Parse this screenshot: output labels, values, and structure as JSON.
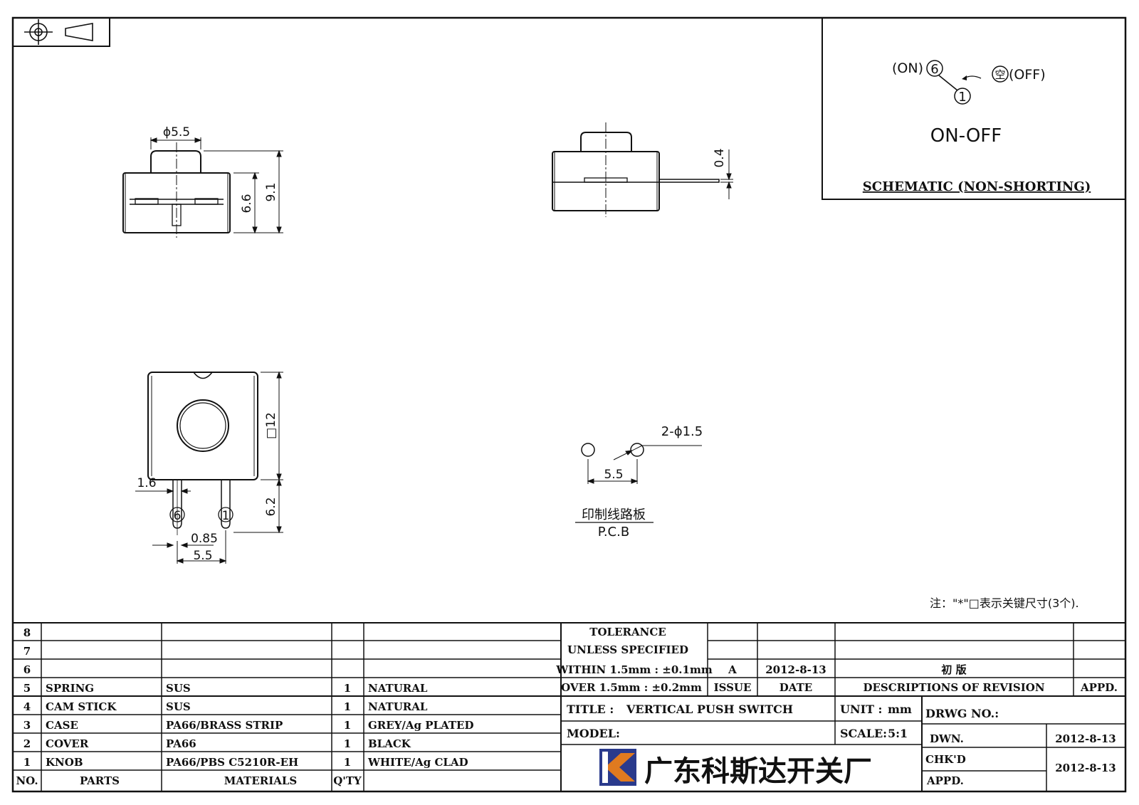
{
  "schematic": {
    "label_on": "(ON)",
    "terminal_on": "6",
    "terminal_common": "1",
    "label_off_char": "空",
    "label_off": "(OFF)",
    "function": "ON-OFF",
    "caption": "SCHEMATIC (NON-SHORTING)"
  },
  "dimensions": {
    "knob_dia": "ϕ5.5",
    "body_height": "6.6",
    "total_height": "9.1",
    "terminal_thickness": "0.4",
    "body_size": "□12",
    "pin_height": "6.2",
    "pin_width": "1.6",
    "pin_thickness": "0.85",
    "pin_pitch": "5.5",
    "pin_label_left": "6",
    "pin_label_right": "1",
    "pcb_holes": "2-ϕ1.5",
    "pcb_pitch": "5.5",
    "pcb_label_cn": "印制线路板",
    "pcb_label_en": "P.C.B"
  },
  "note": "注：\"*\"□表示关键尺寸(3个).",
  "bom": {
    "rows": [
      {
        "no": "8",
        "part": "",
        "material": "",
        "qty": "",
        "finish": ""
      },
      {
        "no": "7",
        "part": "",
        "material": "",
        "qty": "",
        "finish": ""
      },
      {
        "no": "6",
        "part": "",
        "material": "",
        "qty": "",
        "finish": ""
      },
      {
        "no": "5",
        "part": "SPRING",
        "material": "SUS",
        "qty": "1",
        "finish": "NATURAL"
      },
      {
        "no": "4",
        "part": "CAM STICK",
        "material": "SUS",
        "qty": "1",
        "finish": "NATURAL"
      },
      {
        "no": "3",
        "part": "CASE",
        "material": "PA66/BRASS STRIP",
        "qty": "1",
        "finish": "GREY/Ag PLATED"
      },
      {
        "no": "2",
        "part": "COVER",
        "material": "PA66",
        "qty": "1",
        "finish": "BLACK"
      },
      {
        "no": "1",
        "part": "KNOB",
        "material": "PA66/PBS C5210R-EH",
        "qty": "1",
        "finish": "WHITE/Ag CLAD"
      }
    ],
    "header": {
      "no": "NO.",
      "parts": "PARTS",
      "materials": "MATERIALS",
      "qty": "Q'TY"
    }
  },
  "tolerance": {
    "line1": "TOLERANCE",
    "line2": "UNLESS SPECIFIED",
    "line3": "WITHIN 1.5mm : ±0.1mm",
    "line4": "OVER 1.5mm : ±0.2mm"
  },
  "revision": {
    "issue": "A",
    "date": "2012-8-13",
    "description": "初 版",
    "h_issue": "ISSUE",
    "h_date": "DATE",
    "h_desc": "DESCRIPTIONS OF REVISION",
    "h_appd": "APPD."
  },
  "title_block": {
    "title_label": "TITLE :",
    "title": "VERTICAL PUSH SWITCH",
    "unit_label": "UNIT :",
    "unit": "mm",
    "drwg_label": "DRWG NO.:",
    "model_label": "MODEL:",
    "scale_label": "SCALE:",
    "scale": "5:1",
    "dwn_label": "DWN.",
    "dwn_date": "2012-8-13",
    "chkd_label": "CHK'D",
    "chkd_date": "2012-8-13",
    "appd_label": "APPD.",
    "company": "广东科斯达开关厂"
  },
  "colors": {
    "logo_blue": "#2a3a8c",
    "logo_orange": "#e07a1f",
    "line": "#111111"
  }
}
